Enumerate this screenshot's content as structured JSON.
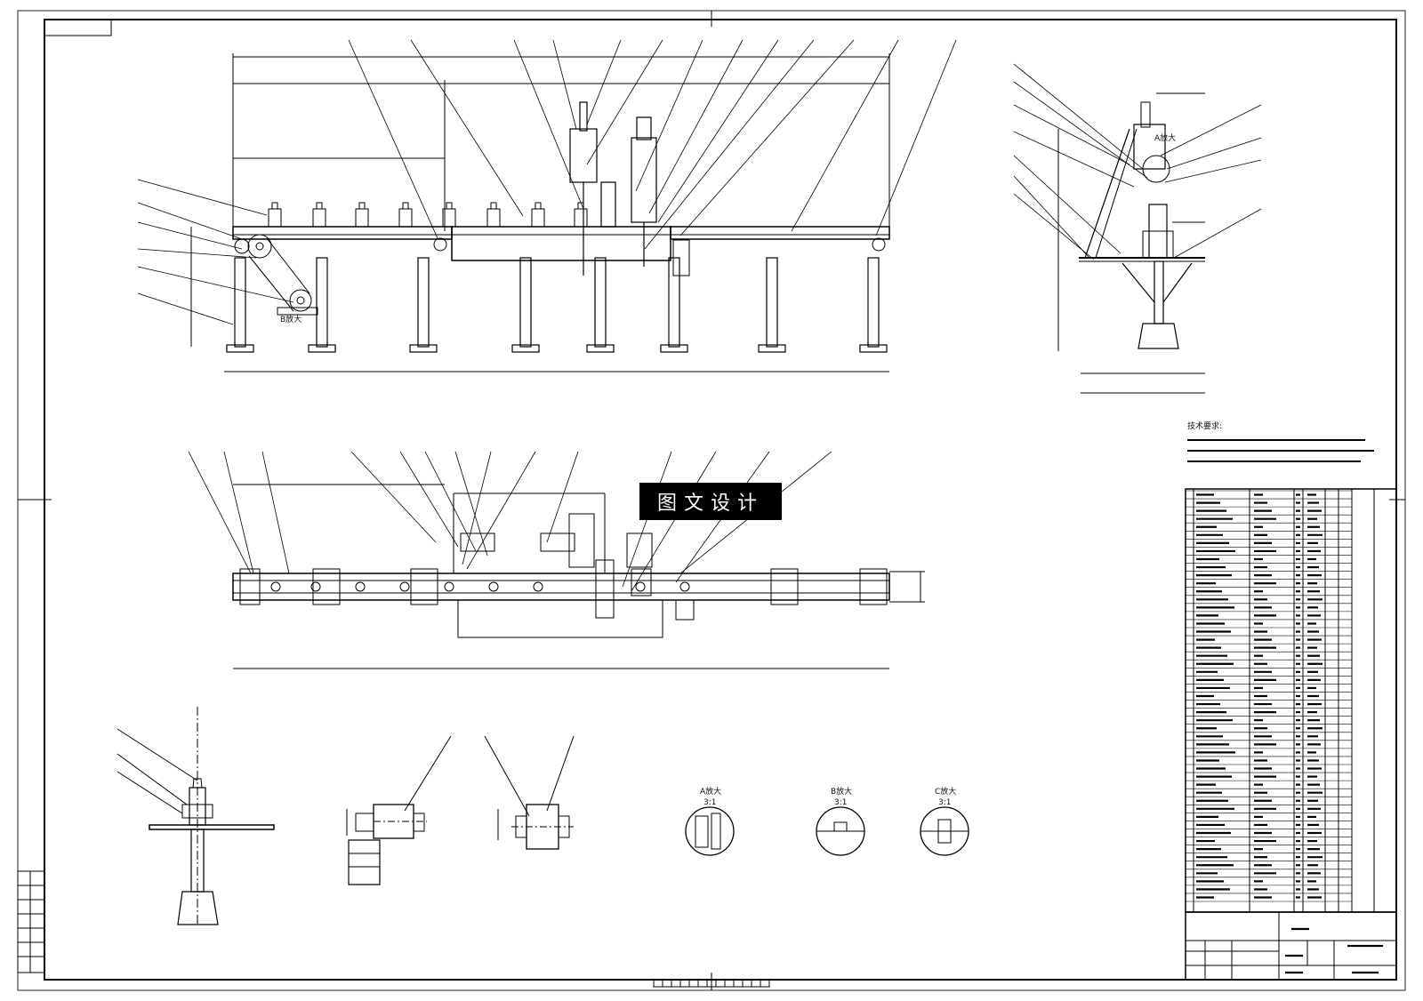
{
  "watermark": {
    "text": "图文设计"
  },
  "views": {
    "detail_a": {
      "label": "A放大",
      "scale": "3:1"
    },
    "detail_b": {
      "label": "B放大",
      "scale": "3:1"
    },
    "detail_c": {
      "label": "C放大",
      "scale": "3:1"
    },
    "callout_a_small": "A放大",
    "callout_b_small": "B放大"
  },
  "technical_requirements": {
    "title": "技术要求:"
  }
}
